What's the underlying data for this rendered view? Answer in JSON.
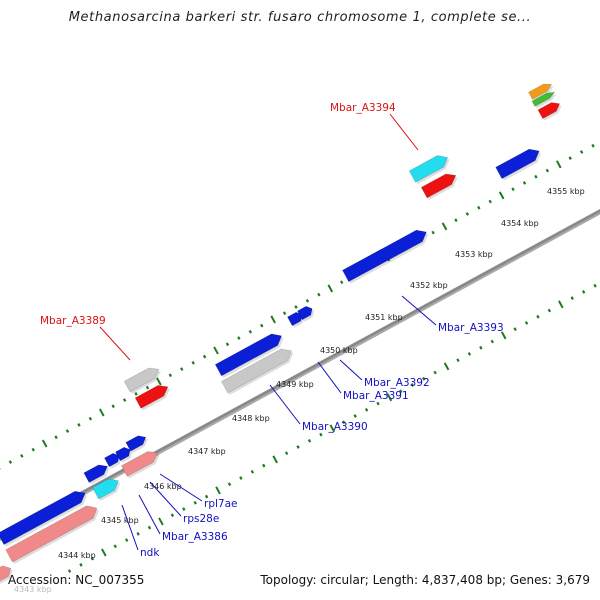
{
  "title": "Methanosarcina barkeri str. fusaro chromosome 1, complete se...",
  "footer": {
    "accession": "Accession: NC_007355",
    "topology": "Topology: circular; Length: 4,837,408 bp; Genes: 3,679"
  },
  "colors": {
    "backbone": "#888888",
    "tick": "#1f7a1f",
    "blue": "#0a1fd6",
    "red": "#ee1111",
    "grey": "#c8c8c8",
    "cyan": "#22ddee",
    "pink": "#f08a8a",
    "orange": "#f39a1a",
    "green": "#44bb33",
    "label_blue": "#1010c0",
    "label_red": "#dd1111"
  },
  "scale_labels": [
    "4343 kbp",
    "4344 kbp",
    "4345 kbp",
    "4346 kbp",
    "4347 kbp",
    "4348 kbp",
    "4349 kbp",
    "4350 kbp",
    "4351 kbp",
    "4352 kbp",
    "4353 kbp",
    "4354 kbp",
    "4355 kbp"
  ],
  "gene_labels": [
    {
      "text": "Mbar_A3394",
      "color": "red"
    },
    {
      "text": "Mbar_A3389",
      "color": "red"
    },
    {
      "text": "Mbar_A3393",
      "color": "blue"
    },
    {
      "text": "Mbar_A3392",
      "color": "blue"
    },
    {
      "text": "Mbar_A3391",
      "color": "blue"
    },
    {
      "text": "Mbar_A3390",
      "color": "blue"
    },
    {
      "text": "rpl7ae",
      "color": "blue"
    },
    {
      "text": "rps28e",
      "color": "blue"
    },
    {
      "text": "Mbar_A3386",
      "color": "blue"
    },
    {
      "text": "ndk",
      "color": "blue"
    }
  ]
}
